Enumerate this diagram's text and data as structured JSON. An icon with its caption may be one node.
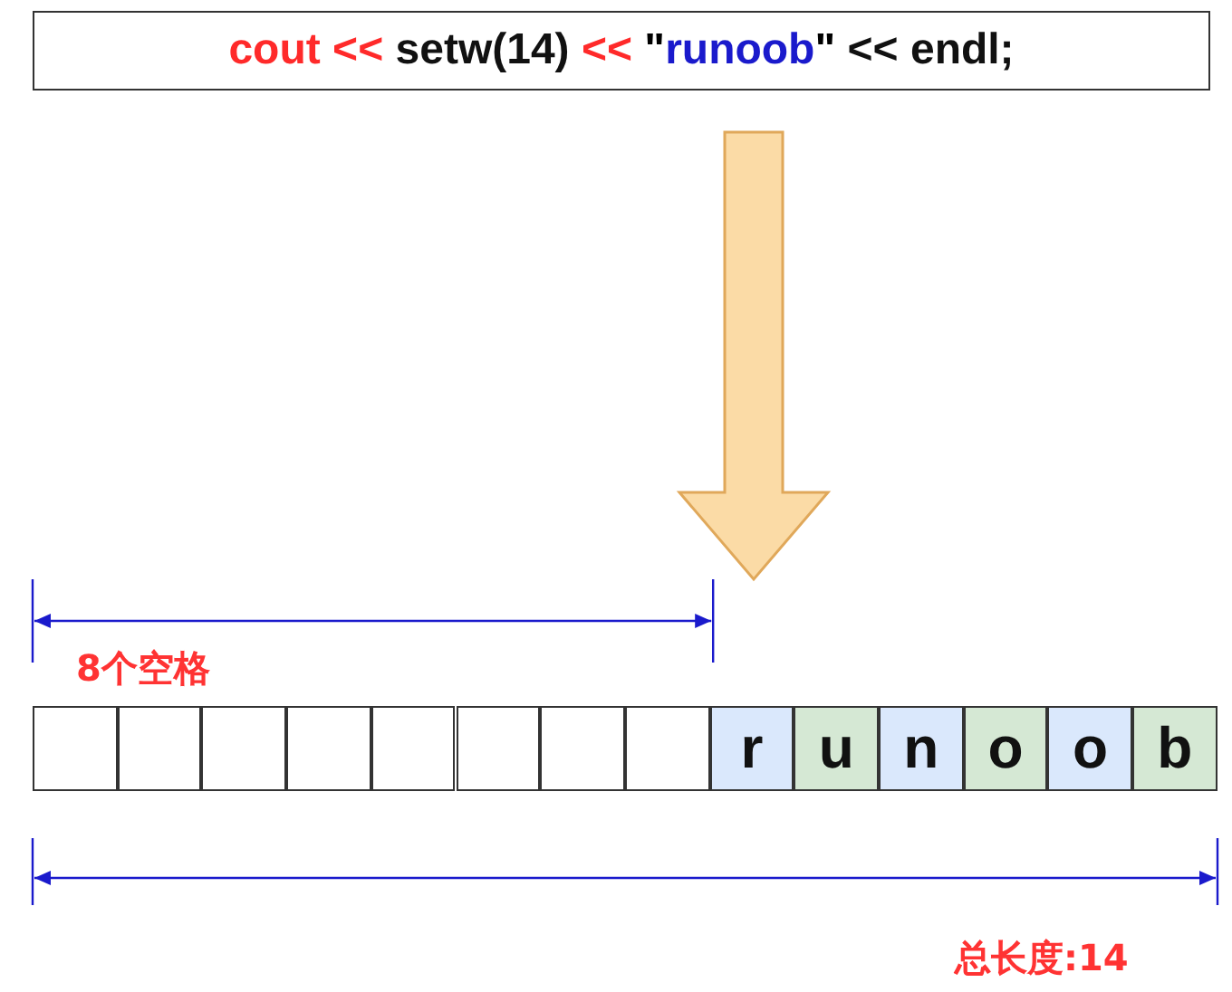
{
  "diagram": {
    "nodes": [
      {
        "text": [
          "cout << setw(14) << \"runoob\" << endl;"
        ]
      },
      {
        "text": [],
        "shape": "box"
      },
      {
        "text": [],
        "shape": "box"
      },
      {
        "text": [],
        "shape": "box"
      },
      {
        "text": [],
        "shape": "box"
      },
      {
        "text": [],
        "shape": "box"
      },
      {
        "text": [],
        "shape": "box"
      },
      {
        "text": [],
        "shape": "box"
      },
      {
        "text": [],
        "shape": "box"
      },
      {
        "text": [
          "r"
        ]
      },
      {
        "text": [
          "u"
        ]
      },
      {
        "text": [
          "n"
        ]
      },
      {
        "text": [
          "o"
        ]
      },
      {
        "text": [
          "o"
        ]
      },
      {
        "text": [
          "b"
        ]
      }
    ],
    "edges": [
      {
        "from": 0,
        "to": 9,
        "arrow": "to",
        "style": "thick",
        "color": "#fbdba6"
      }
    ],
    "labels": [
      "8个空格",
      "总长度:14"
    ]
  }
}
